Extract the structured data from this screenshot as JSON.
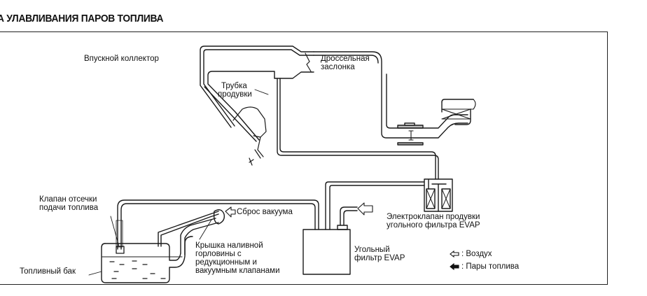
{
  "title": "А УЛАВЛИВАНИЯ ПАРОВ ТОПЛИВА",
  "labels": {
    "intake_manifold": "Впускной коллектор",
    "throttle_1": "Дроссельная",
    "throttle_2": "заслонка",
    "purge_tube_1": "Трубка",
    "purge_tube_2": "продувки",
    "rollover_valve_1": "Клапан отсечки",
    "rollover_valve_2": "подачи топлива",
    "fuel_tank": "Топливный бак",
    "vacuum_relief": "Сброс вакуума",
    "filler_cap_1": "Крышка наливной",
    "filler_cap_2": "горловины с",
    "filler_cap_3": "редукционным и",
    "filler_cap_4": "вакуумным клапанами",
    "purge_solenoid_1": "Электроклапан продувки",
    "purge_solenoid_2": "угольного фильтра EVAP",
    "canister_1": "Угольный",
    "canister_2": "фильтр EVAP"
  },
  "legend": [
    {
      "icon": "hollow-arrow-left-icon",
      "label": ": Воздух"
    },
    {
      "icon": "solid-arrow-left-icon",
      "label": ": Пары топлива"
    }
  ],
  "colors": {
    "line": "#1a1a1a",
    "background": "#ffffff"
  }
}
